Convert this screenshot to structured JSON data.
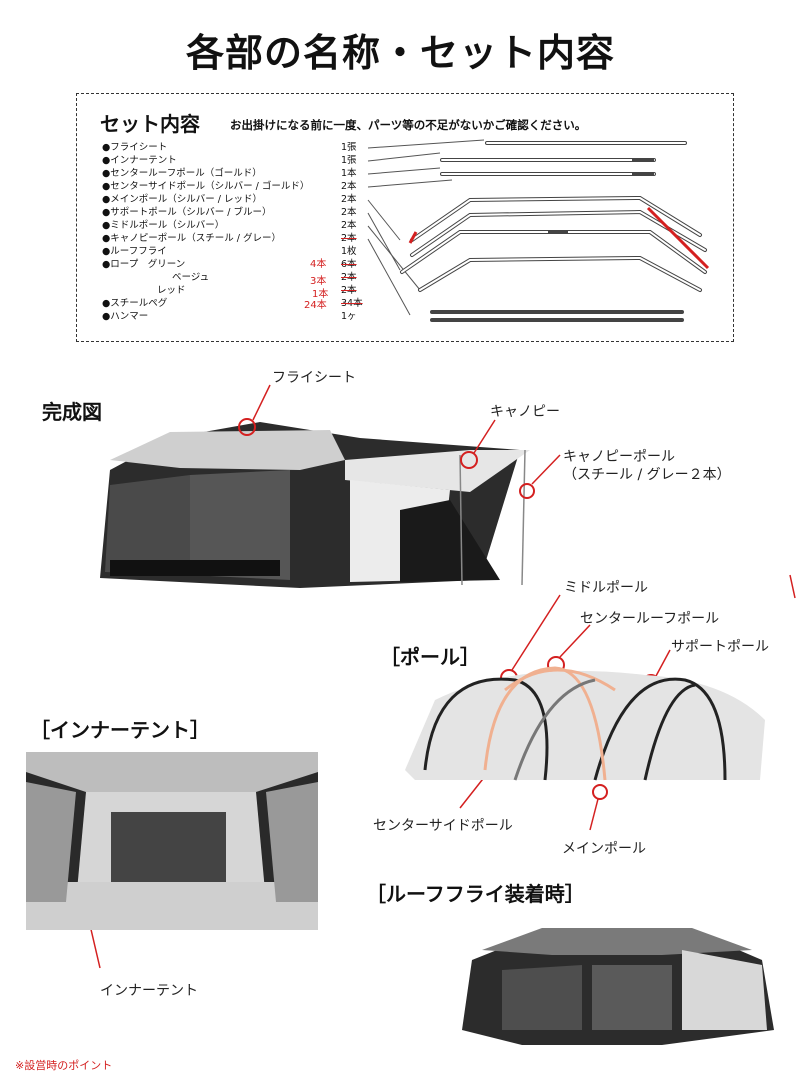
{
  "title": "各部の名称・セット内容",
  "set": {
    "heading": "セット内容",
    "note": "お出掛けになる前に一度、パーツ等の不足がないかご確認ください。",
    "items": [
      {
        "name": "●フライシート",
        "qty": "1張"
      },
      {
        "name": "●インナーテント",
        "qty": "1張"
      },
      {
        "name": "●センタールーフポール（ゴールド）",
        "qty": "1本"
      },
      {
        "name": "●センターサイドポール（シルバー / ゴールド）",
        "qty": "2本"
      },
      {
        "name": "●メインポール（シルバー / レッド）",
        "qty": "2本"
      },
      {
        "name": "●サポートポール（シルバー / ブルー）",
        "qty": "2本"
      },
      {
        "name": "●ミドルポール（シルバー）",
        "qty": "2本"
      },
      {
        "name": "●キャノピーポール（スチール / グレー）",
        "qty": "2本"
      },
      {
        "name": "●ルーフフライ",
        "qty": "1枚"
      },
      {
        "name": "●ロープ　グリーン",
        "qty": "6本"
      },
      {
        "name": "ベージュ",
        "qty": "2本"
      },
      {
        "name": "レッド",
        "qty": "2本"
      },
      {
        "name": "●スチールペグ",
        "qty": "34本"
      },
      {
        "name": "●ハンマー",
        "qty": "1ヶ"
      }
    ],
    "corrections": [
      "4本",
      "3本",
      "1本",
      "24本"
    ]
  },
  "sections": {
    "completed": "完成図",
    "poles": "［ポール］",
    "inner_tent": "［インナーテント］",
    "roof_fly": "［ルーフフライ装着時］"
  },
  "labels": {
    "fly_sheet": "フライシート",
    "canopy": "キャノピー",
    "canopy_pole_1": "キャノピーポール",
    "canopy_pole_2": "（スチール / グレー２本）",
    "middle_pole": "ミドルポール",
    "center_roof_pole": "センタールーフポール",
    "support_pole": "サポートポール",
    "center_side_pole": "センターサイドポール",
    "main_pole": "メインポール",
    "inner_tent": "インナーテント"
  },
  "footer": {
    "point": "※設営時のポイント"
  },
  "colors": {
    "accent_red": "#d42020",
    "tent_dark": "#2c2c2c",
    "tent_light": "#d9d9d9"
  }
}
